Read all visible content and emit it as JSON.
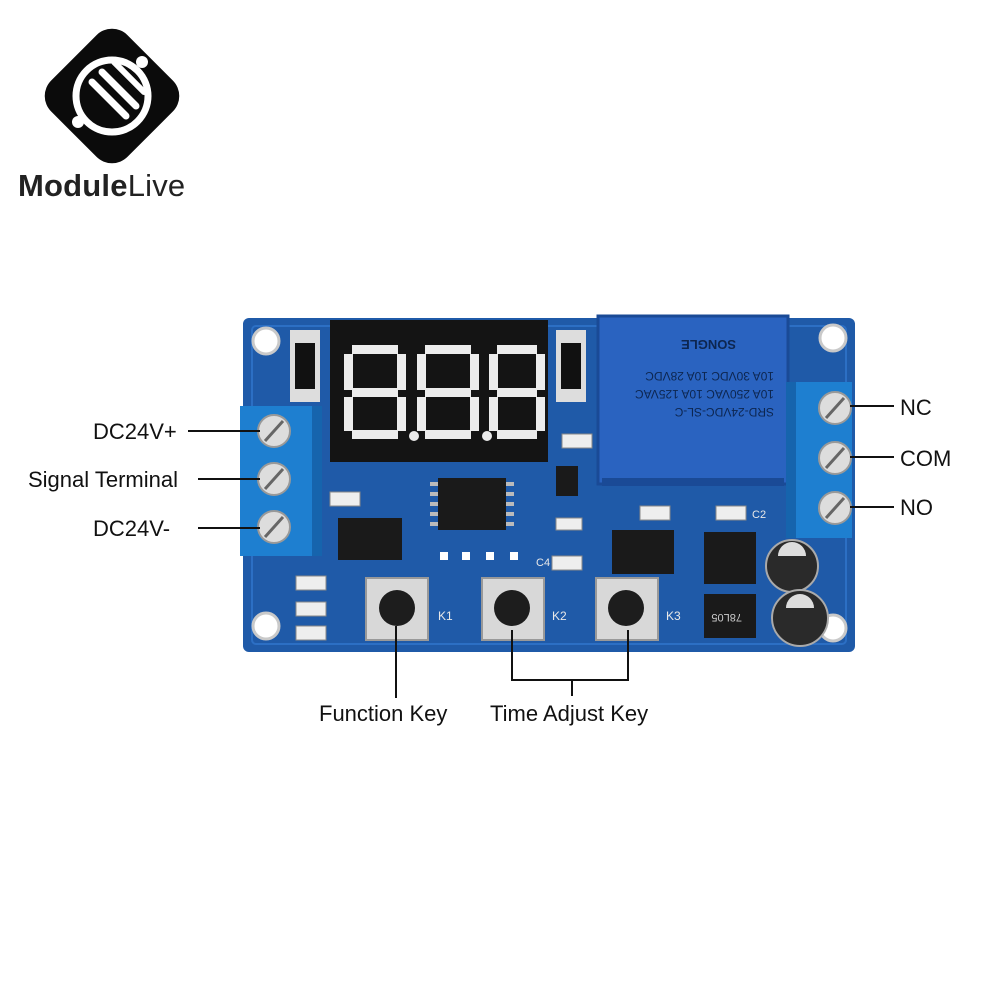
{
  "brand": {
    "name_bold": "Module",
    "name_light": "Live"
  },
  "board": {
    "display_digits": "8.8.8.",
    "relay_text": [
      "SRD-24VDC-SL-C",
      "10A 250VAC 10A 125VAC",
      "10A 30VDC 10A 28VDC",
      "SONGLE"
    ],
    "key_labels": [
      "K1",
      "K2",
      "K3"
    ],
    "component_labels": [
      "C4",
      "C2",
      "78L05"
    ]
  },
  "labels": {
    "dc_plus": "DC24V+",
    "signal": "Signal Terminal",
    "dc_minus": "DC24V-",
    "nc": "NC",
    "com": "COM",
    "no": "NO",
    "function_key": "Function Key",
    "time_adjust_key": "Time Adjust Key"
  },
  "colors": {
    "pcb": "#1f5aa8",
    "terminal": "#1e7fd0",
    "segment": "#f2f2f2",
    "relay": "#2a63c0"
  }
}
